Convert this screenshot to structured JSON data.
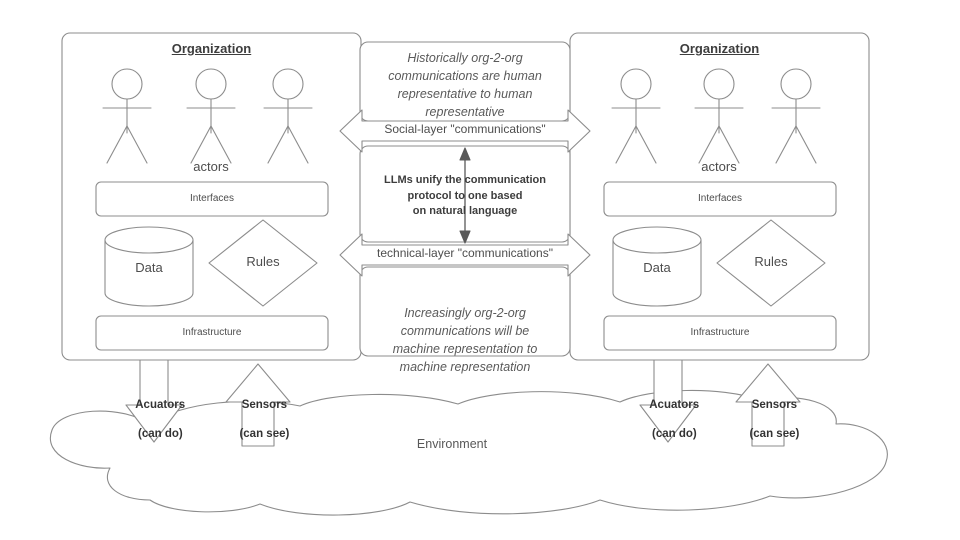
{
  "diagram": {
    "title_hidden": "",
    "stroke_color": "#8c8c8c",
    "text_color": "#4d4d4d",
    "background": "#ffffff"
  },
  "organizations": [
    {
      "id": "left",
      "title": "Organization",
      "actors_label": "actors",
      "actor_count": 3,
      "interfaces_label": "Interfaces",
      "data_label": "Data",
      "rules_label": "Rules",
      "infrastructure_label": "Infrastructure",
      "io": [
        {
          "name": "acuators",
          "line1": "Acuators",
          "line2": "(can do)",
          "direction": "down"
        },
        {
          "name": "sensors",
          "line1": "Sensors",
          "line2": "(can see)",
          "direction": "up"
        }
      ]
    },
    {
      "id": "right",
      "title": "Organization",
      "actors_label": "actors",
      "actor_count": 3,
      "interfaces_label": "Interfaces",
      "data_label": "Data",
      "rules_label": "Rules",
      "infrastructure_label": "Infrastructure",
      "io": [
        {
          "name": "acuators",
          "line1": "Acuators",
          "line2": "(can do)",
          "direction": "down"
        },
        {
          "name": "sensors",
          "line1": "Sensors",
          "line2": "(can see)",
          "direction": "up"
        }
      ]
    }
  ],
  "center": {
    "top_note": "Historically org-2-org\ncommunications are human\nrepresentative to human\nrepresentative",
    "social_arrow_label": "Social-layer \"communications\"",
    "middle_note": "LLMs unify the communication\nprotocol to one based\non natural language",
    "technical_arrow_label": "technical-layer \"communications\"",
    "bottom_note": "Increasingly org-2-org\ncommunications will be\nmachine representation to\nmachine representation"
  },
  "environment": {
    "label": "Environment"
  }
}
